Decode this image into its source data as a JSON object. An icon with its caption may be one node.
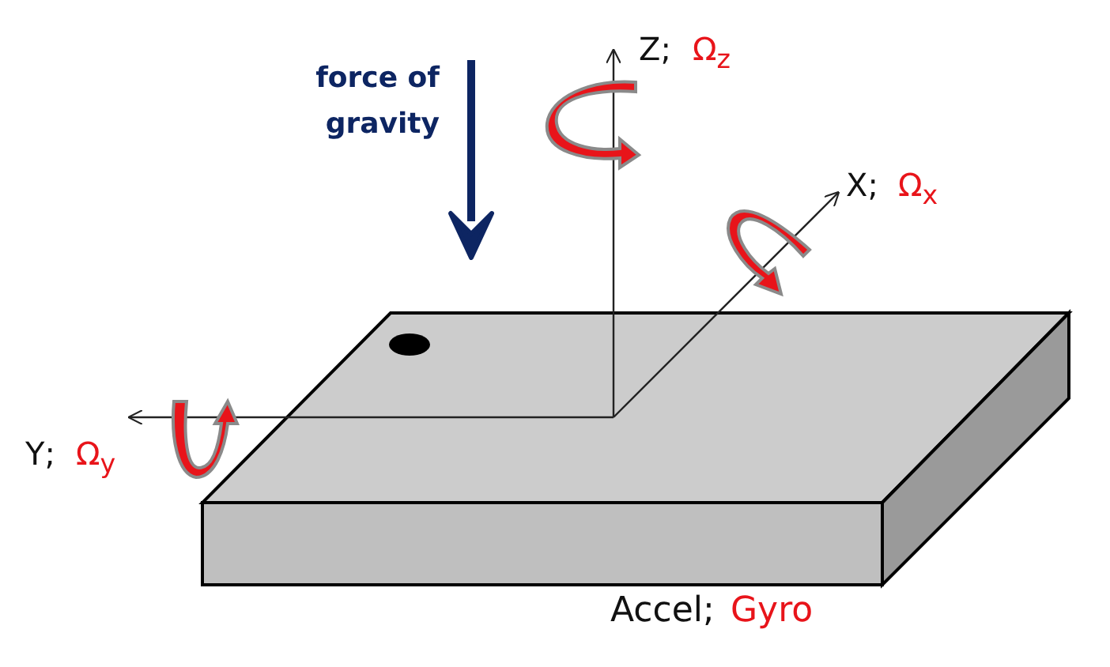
{
  "diagram": {
    "labels": [
      "force of gravity",
      "Z;",
      "Ω$_{z}$",
      "X;",
      "Ω$_{x}$",
      "Y;",
      "Ω$_{y}$",
      "Accel;",
      "Gyro"
    ]
  }
}
